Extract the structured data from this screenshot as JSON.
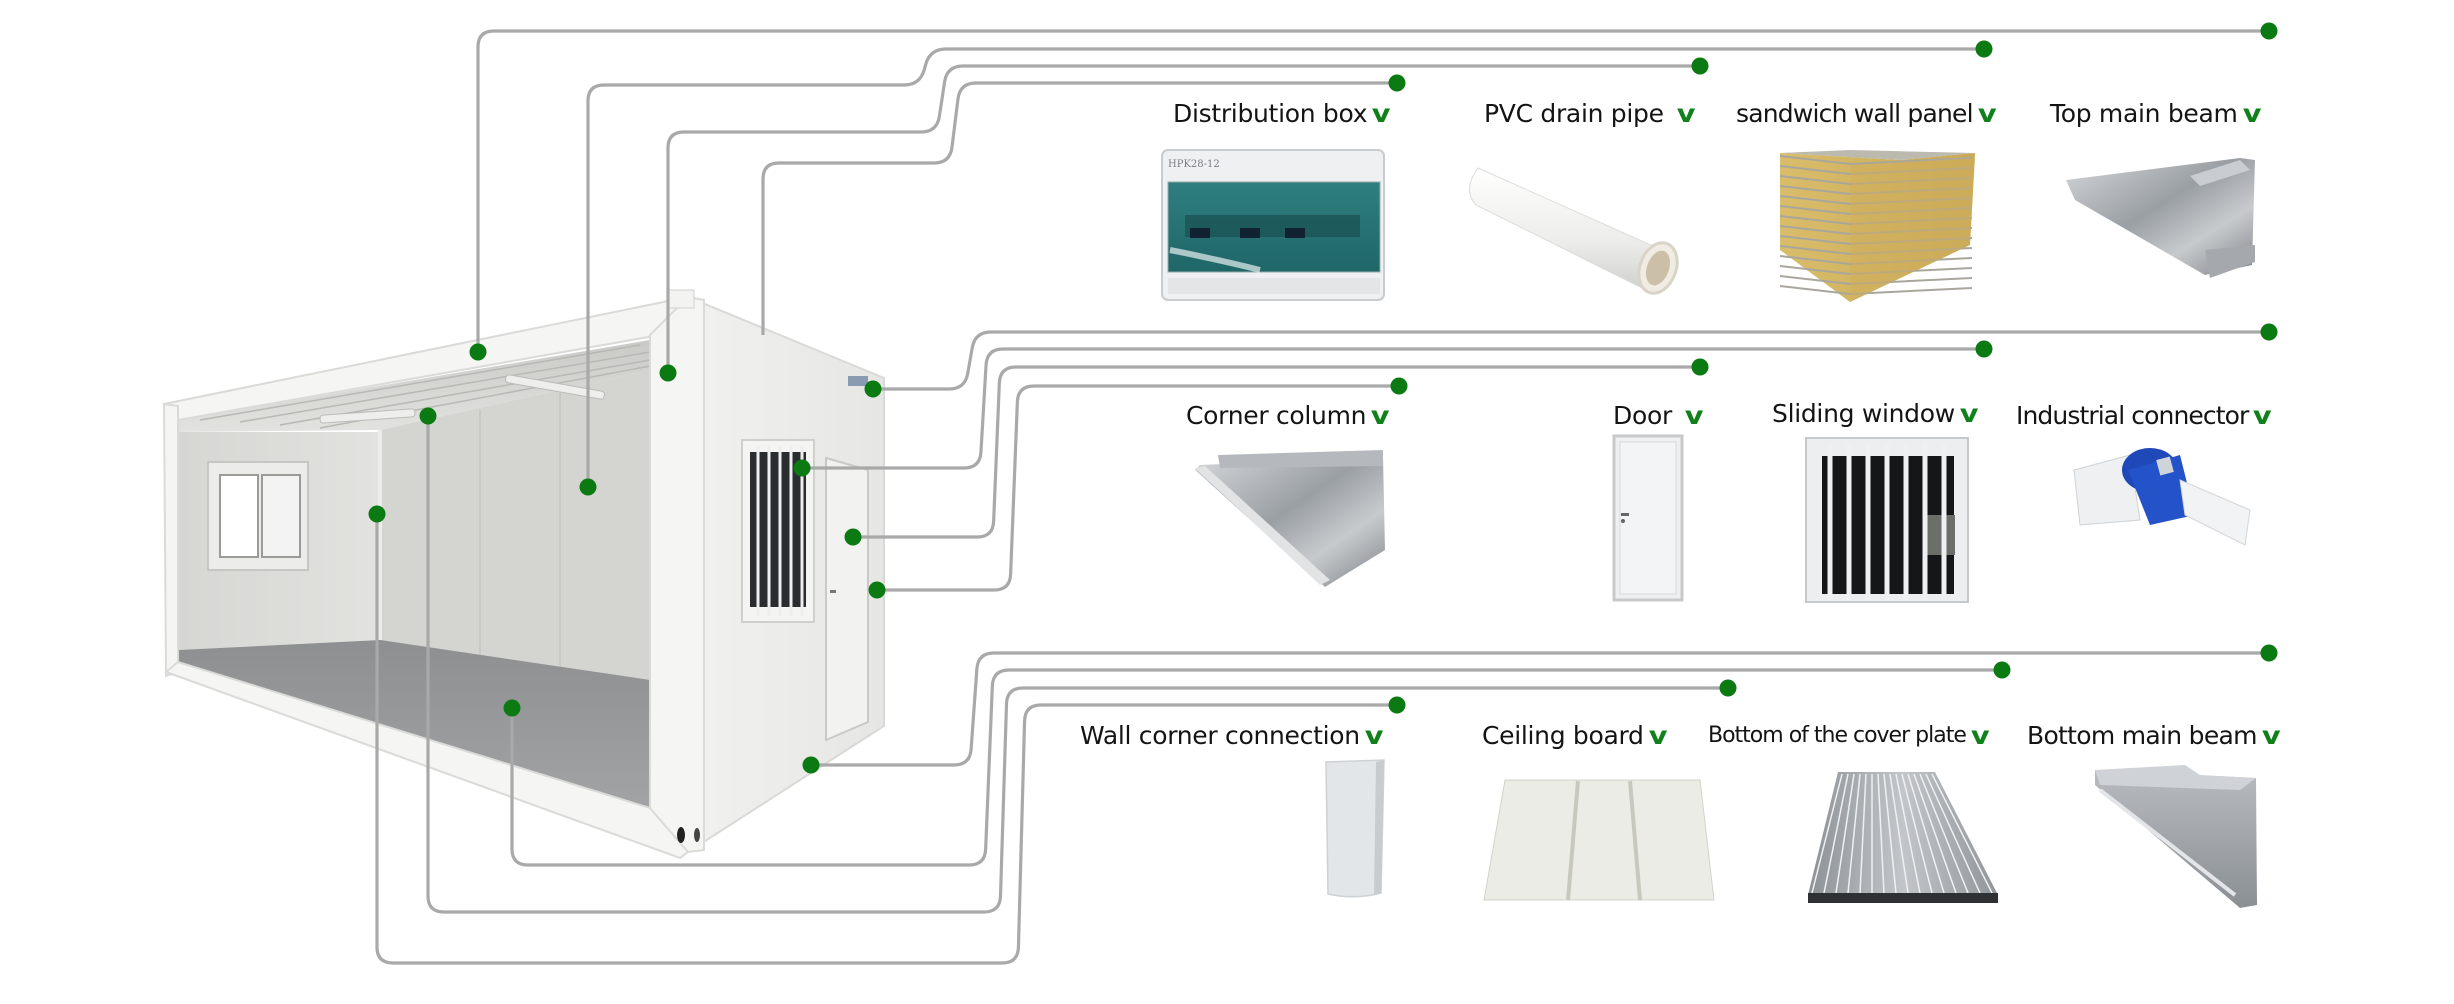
{
  "title": "Flat-pack container house component diagram",
  "colors": {
    "accent_green": "#0b7a12",
    "check_green": "#10801a",
    "leader_line": "#a9a9a9",
    "text": "#141414"
  },
  "check_icon": "v",
  "rows": [
    {
      "name": "top-row",
      "parts": [
        {
          "id": "distribution-box",
          "label": "Distribution box",
          "image_icon": "distribution-box-image",
          "image_text": "HPK28-12"
        },
        {
          "id": "pvc-drain-pipe",
          "label": "PVC drain pipe",
          "image_icon": "pvc-pipe-image"
        },
        {
          "id": "sandwich-wall-panel",
          "label": "sandwich wall panel",
          "image_icon": "sandwich-panel-image"
        },
        {
          "id": "top-main-beam",
          "label": "Top main beam",
          "image_icon": "top-beam-image"
        }
      ]
    },
    {
      "name": "middle-row",
      "parts": [
        {
          "id": "corner-column",
          "label": "Corner column",
          "image_icon": "corner-column-image"
        },
        {
          "id": "door",
          "label": "Door",
          "image_icon": "door-image"
        },
        {
          "id": "sliding-window",
          "label": "Sliding window",
          "image_icon": "sliding-window-image"
        },
        {
          "id": "industrial-connector",
          "label": "Industrial connector",
          "image_icon": "industrial-connector-image"
        }
      ]
    },
    {
      "name": "bottom-row",
      "parts": [
        {
          "id": "wall-corner-connection",
          "label": "Wall corner connection",
          "image_icon": "wall-corner-image"
        },
        {
          "id": "ceiling-board",
          "label": "Ceiling board",
          "image_icon": "ceiling-board-image"
        },
        {
          "id": "bottom-cover-plate",
          "label": "Bottom of the cover plate",
          "image_icon": "cover-plate-image"
        },
        {
          "id": "bottom-main-beam",
          "label": "Bottom main beam",
          "image_icon": "bottom-beam-image"
        }
      ]
    }
  ],
  "main_image": {
    "icon": "container-house-image",
    "description": "Open-front prefabricated container house"
  }
}
